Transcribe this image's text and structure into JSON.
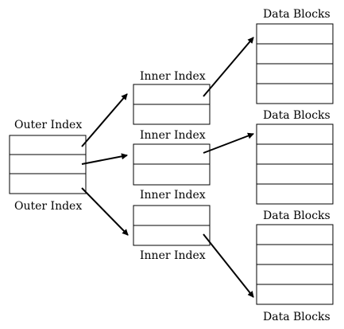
{
  "outer_index": {
    "label_top": "Outer Index",
    "label_bottom": "Outer Index"
  },
  "inner_indexes": [
    {
      "label": "Inner Index"
    },
    {
      "label": "Inner Index"
    },
    {
      "label": "Inner Index"
    },
    {
      "label": "Inner Index"
    }
  ],
  "data_blocks": [
    {
      "label": "Data Blocks"
    },
    {
      "label": "Data Blocks"
    },
    {
      "label": "Data Blocks"
    },
    {
      "label": "Data Blocks"
    }
  ]
}
